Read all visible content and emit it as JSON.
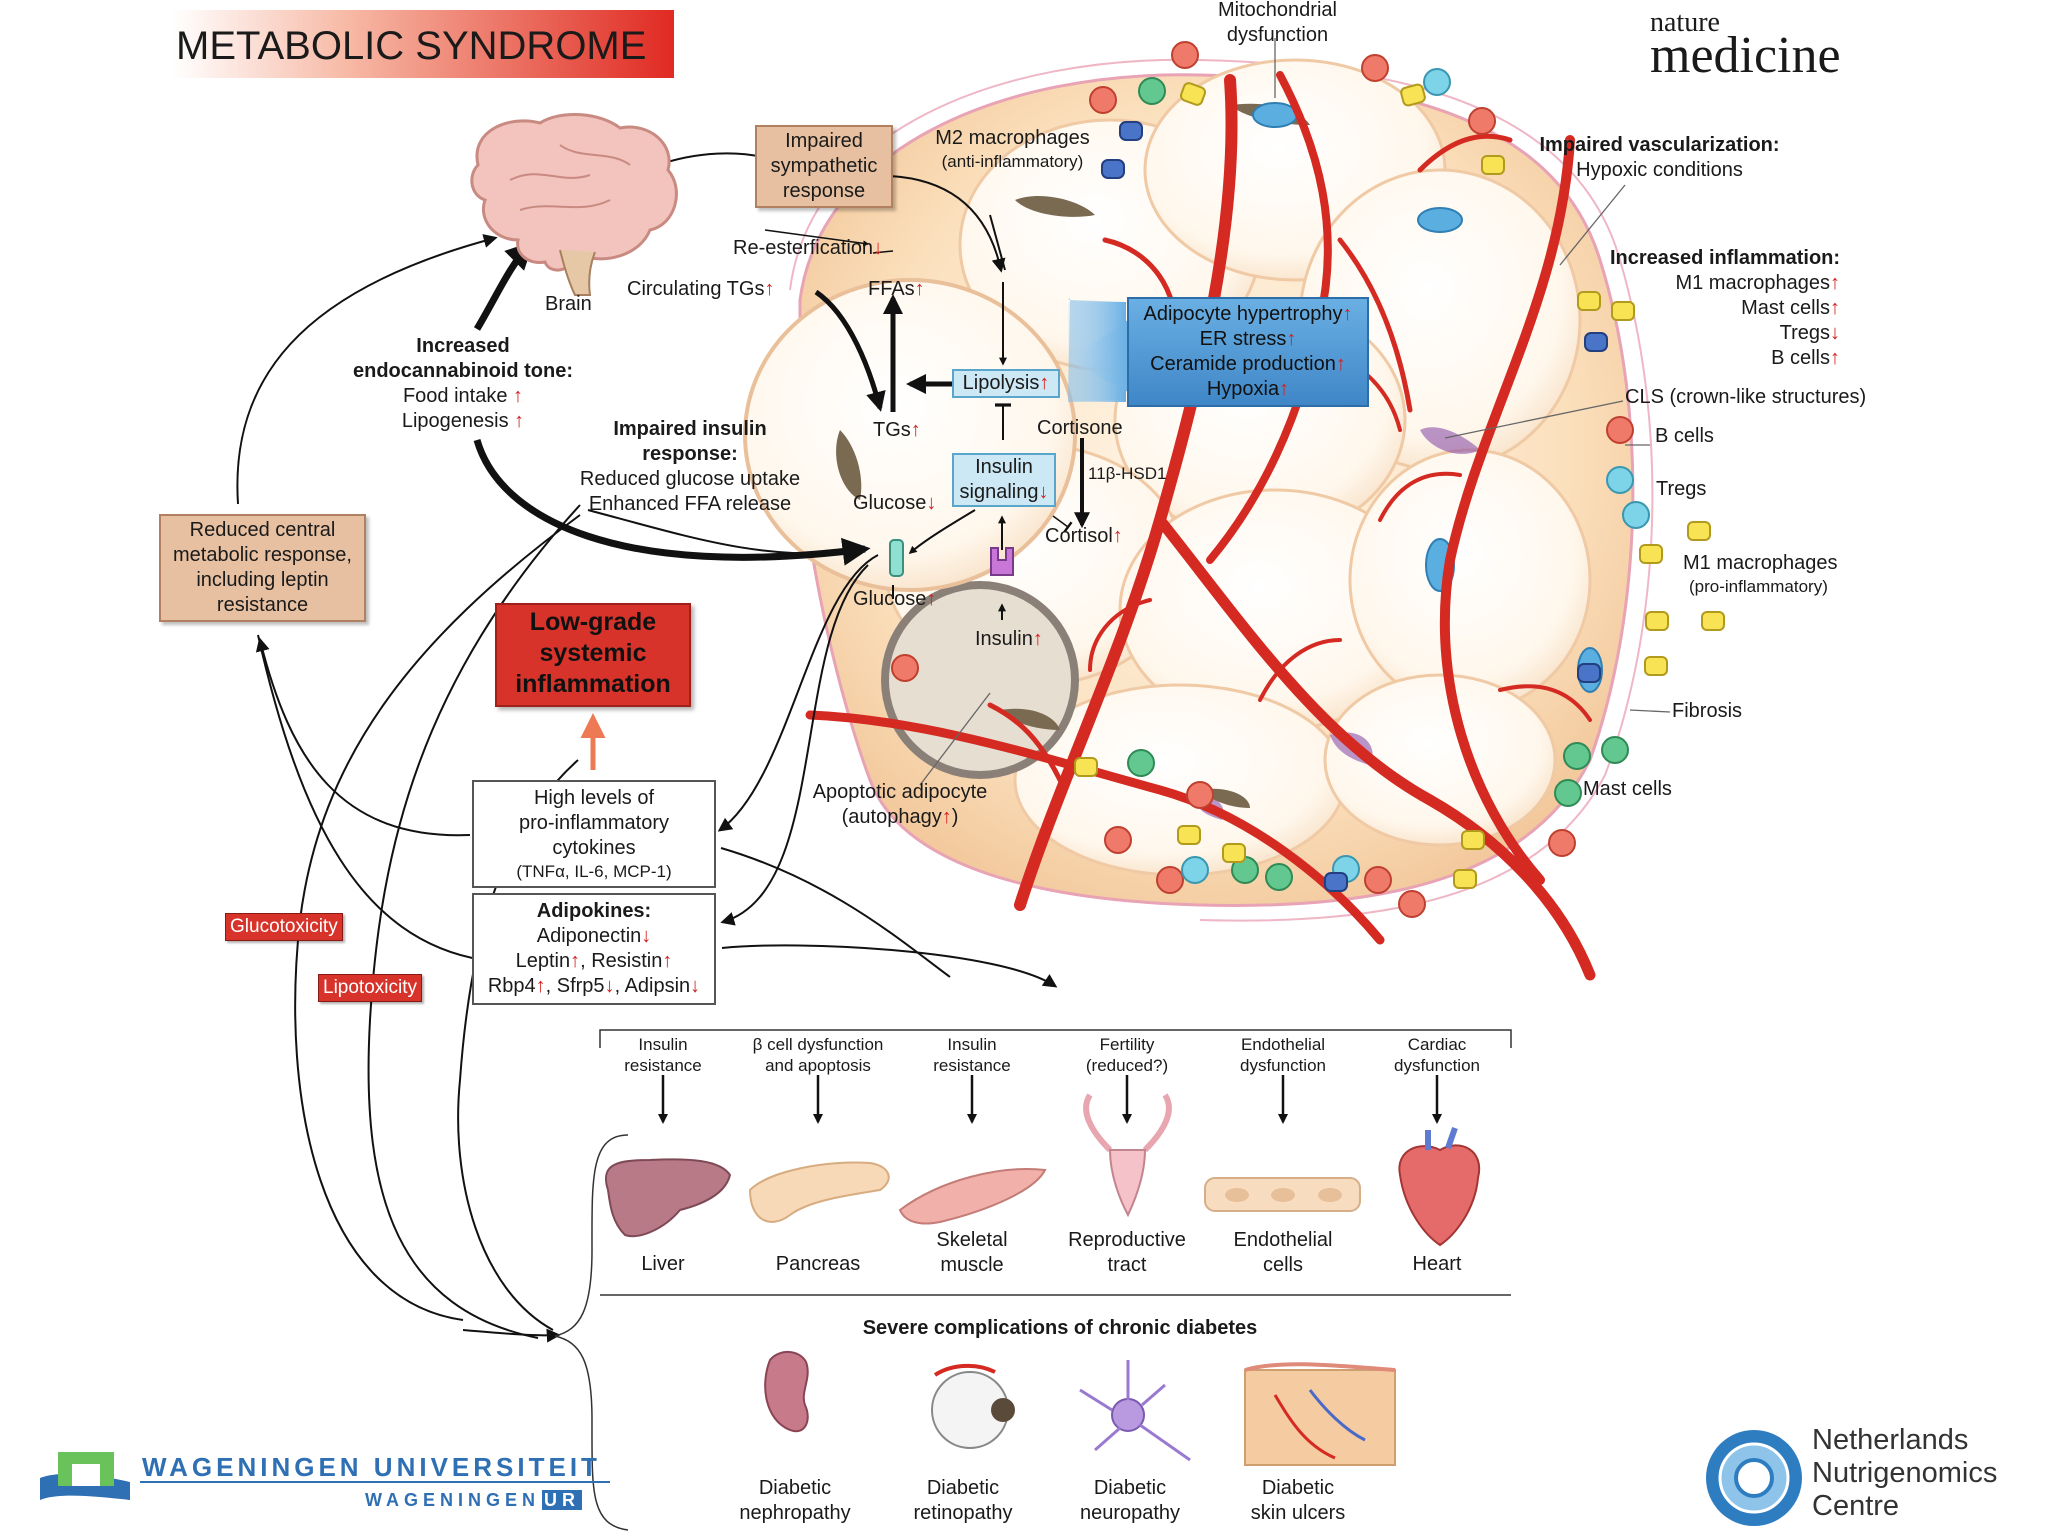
{
  "title": "METABOLIC SYNDROME",
  "journal": {
    "line1": "nature",
    "line2": "medicine"
  },
  "brain_label": "Brain",
  "sympathetic_box": [
    "Impaired",
    "sympathetic",
    "response"
  ],
  "endocannabinoid": {
    "heading": [
      "Increased",
      "endocannabinoid tone:"
    ],
    "items": [
      "Food intake",
      "Lipogenesis"
    ]
  },
  "central_box": [
    "Reduced central",
    "metabolic response,",
    "including leptin",
    "resistance"
  ],
  "insulin_response": {
    "heading": [
      "Impaired insulin",
      "response:"
    ],
    "items": [
      "Reduced glucose uptake",
      "Enhanced FFA release"
    ]
  },
  "inflammation_box": [
    "Low-grade",
    "systemic",
    "inflammation"
  ],
  "cytokines_box": [
    "High levels of",
    "pro-inflammatory",
    "cytokines",
    "(TNFα, IL-6, MCP-1)"
  ],
  "adipokines": {
    "heading": "Adipokines:",
    "line1": "Adiponectin",
    "line2a": "Leptin",
    "line2b": ", Resistin",
    "line3a": "Rbp4",
    "line3b": ", Sfrp5",
    "line3c": ", Adipsin"
  },
  "toxicity": [
    "Glucotoxicity",
    "Lipotoxicity"
  ],
  "cell_labels": {
    "re_esterfication": "Re-esterfication",
    "circulating_tgs": "Circulating TGs",
    "ffas": "FFAs",
    "tgs": "TGs",
    "lipolysis": "Lipolysis",
    "insulin_signaling": [
      "Insulin",
      "signaling"
    ],
    "cortisone": "Cortisone",
    "hsd": "11β-HSD1",
    "cortisol": "Cortisol",
    "glucose_in": "Glucose",
    "glucose_out": "Glucose",
    "insulin": "Insulin",
    "arrow_up": "↑",
    "arrow_down": "↓"
  },
  "hypertrophy_box": [
    "Adipocyte hypertrophy",
    "ER stress",
    "Ceramide production",
    "Hypoxia"
  ],
  "right_labels": {
    "mito": [
      "Mitochondrial",
      "dysfunction"
    ],
    "m2": [
      "M2 macrophages",
      "(anti-inflammatory)"
    ],
    "vascular_head": "Impaired vascularization:",
    "vascular_sub": "Hypoxic conditions",
    "inflam_head": "Increased inflammation:",
    "inflam_items": [
      "M1 macrophages",
      "Mast cells",
      "Tregs",
      "B cells"
    ],
    "cls": "CLS (crown-like structures)",
    "bcells": "B cells",
    "tregs": "Tregs",
    "m1": [
      "M1 macrophages",
      "(pro-inflammatory)"
    ],
    "fibrosis": "Fibrosis",
    "mast": "Mast cells",
    "apoptotic": [
      "Apoptotic adipocyte",
      "(autophagy"
    ]
  },
  "organ_effects": [
    {
      "effect": [
        "Insulin",
        "resistance"
      ],
      "organ": [
        "Liver"
      ]
    },
    {
      "effect": [
        "β cell dysfunction",
        "and apoptosis"
      ],
      "organ": [
        "Pancreas"
      ]
    },
    {
      "effect": [
        "Insulin",
        "resistance"
      ],
      "organ": [
        "Skeletal",
        "muscle"
      ]
    },
    {
      "effect": [
        "Fertility",
        "(reduced?)"
      ],
      "organ": [
        "Reproductive",
        "tract"
      ]
    },
    {
      "effect": [
        "Endothelial",
        "dysfunction"
      ],
      "organ": [
        "Endothelial",
        "cells"
      ]
    },
    {
      "effect": [
        "Cardiac",
        "dysfunction"
      ],
      "organ": [
        "Heart"
      ]
    }
  ],
  "complications_title": "Severe complications of chronic diabetes",
  "complications": [
    [
      "Diabetic",
      "nephropathy"
    ],
    [
      "Diabetic",
      "retinopathy"
    ],
    [
      "Diabetic",
      "neuropathy"
    ],
    [
      "Diabetic",
      "skin ulcers"
    ]
  ],
  "wageningen": {
    "line1": "WAGENINGEN UNIVERSITEIT",
    "line2a": "WAGENINGEN",
    "line2b": "UR"
  },
  "nnc": [
    "Netherlands",
    "Nutrigenomics",
    "Centre"
  ],
  "colors": {
    "vessel": "#d42a22",
    "fat": "#fbe3c3",
    "tan_box": "#e6c0a0",
    "blue_box": "#cde8f5",
    "hypertrophy": "#5d9fd4",
    "red_box": "#d7332a"
  }
}
